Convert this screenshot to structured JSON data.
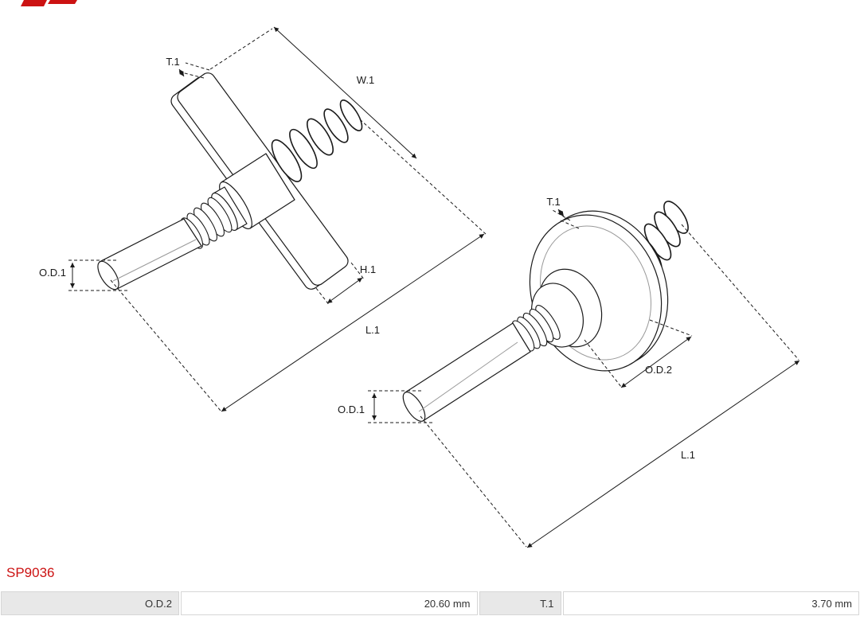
{
  "colors": {
    "accent_red": "#cc1212",
    "line": "#1a1a1a",
    "table_label_bg": "#e8e8e8"
  },
  "part_number": "SP9036",
  "annotations": {
    "left_view": {
      "t1": "T.1",
      "w1": "W.1",
      "h1": "H.1",
      "od1": "O.D.1",
      "l1": "L.1"
    },
    "right_view": {
      "t1": "T.1",
      "od2": "O.D.2",
      "od1": "O.D.1",
      "l1": "L.1"
    }
  },
  "spec_table": {
    "rows": [
      {
        "dim1_label": "O.D.2",
        "dim1_value": "20.60 mm",
        "dim2_label": "T.1",
        "dim2_value": "3.70 mm"
      }
    ]
  }
}
